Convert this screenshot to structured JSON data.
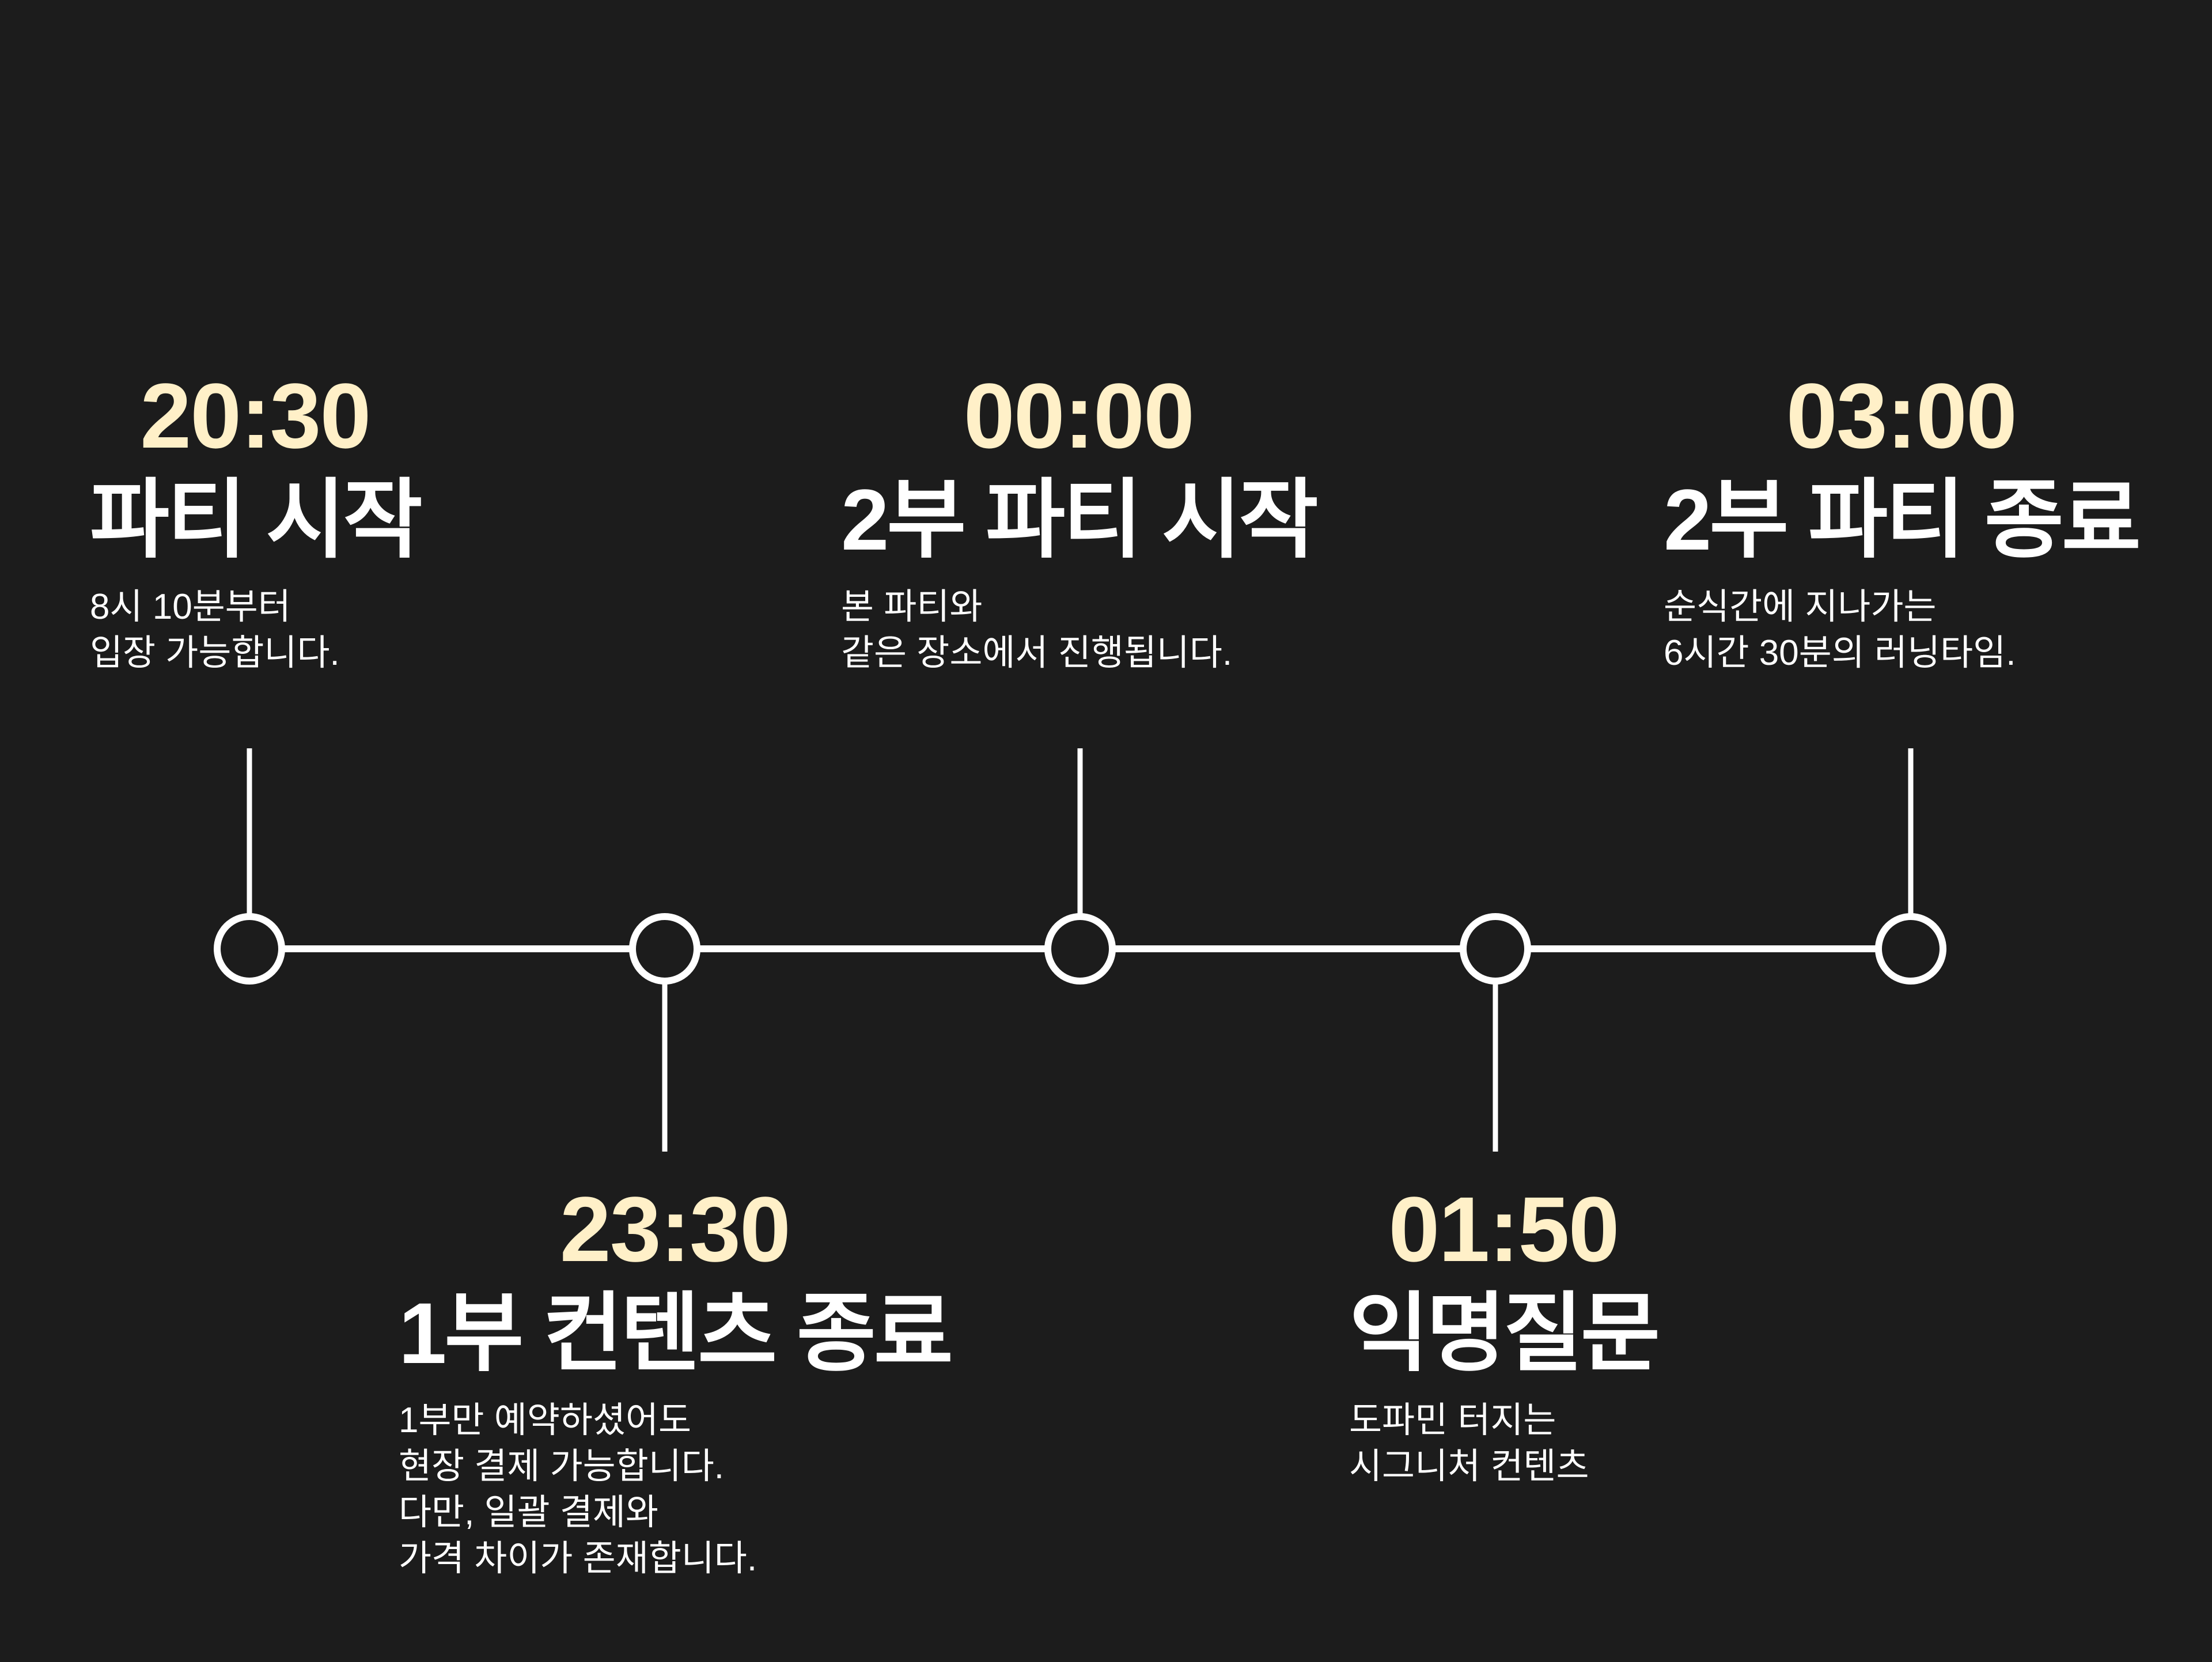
{
  "colors": {
    "background": "#1c1c1c",
    "time": "#fff0c8",
    "text": "#ffffff",
    "line": "#ffffff"
  },
  "timeline": {
    "events": [
      {
        "time": "20:30",
        "title": "파티 시작",
        "description": [
          "8시 10분부터",
          "입장 가능합니다."
        ],
        "position": "top"
      },
      {
        "time": "23:30",
        "title": "1부 컨텐츠 종료",
        "description": [
          "1부만 예약하셨어도",
          "현장 결제 가능합니다.",
          "다만, 일괄 결제와",
          "가격 차이가 존재합니다."
        ],
        "position": "bottom"
      },
      {
        "time": "00:00",
        "title": "2부 파티 시작",
        "description": [
          "본 파티와",
          "같은 장소에서 진행됩니다."
        ],
        "position": "top"
      },
      {
        "time": "01:50",
        "title": "익명질문",
        "description": [
          "도파민 터지는",
          "시그니처 컨텐츠"
        ],
        "position": "bottom"
      },
      {
        "time": "03:00",
        "title": "2부 파티 종료",
        "description": [
          "순식간에 지나가는",
          "6시간 30분의 러닝타임."
        ],
        "position": "top"
      }
    ]
  }
}
